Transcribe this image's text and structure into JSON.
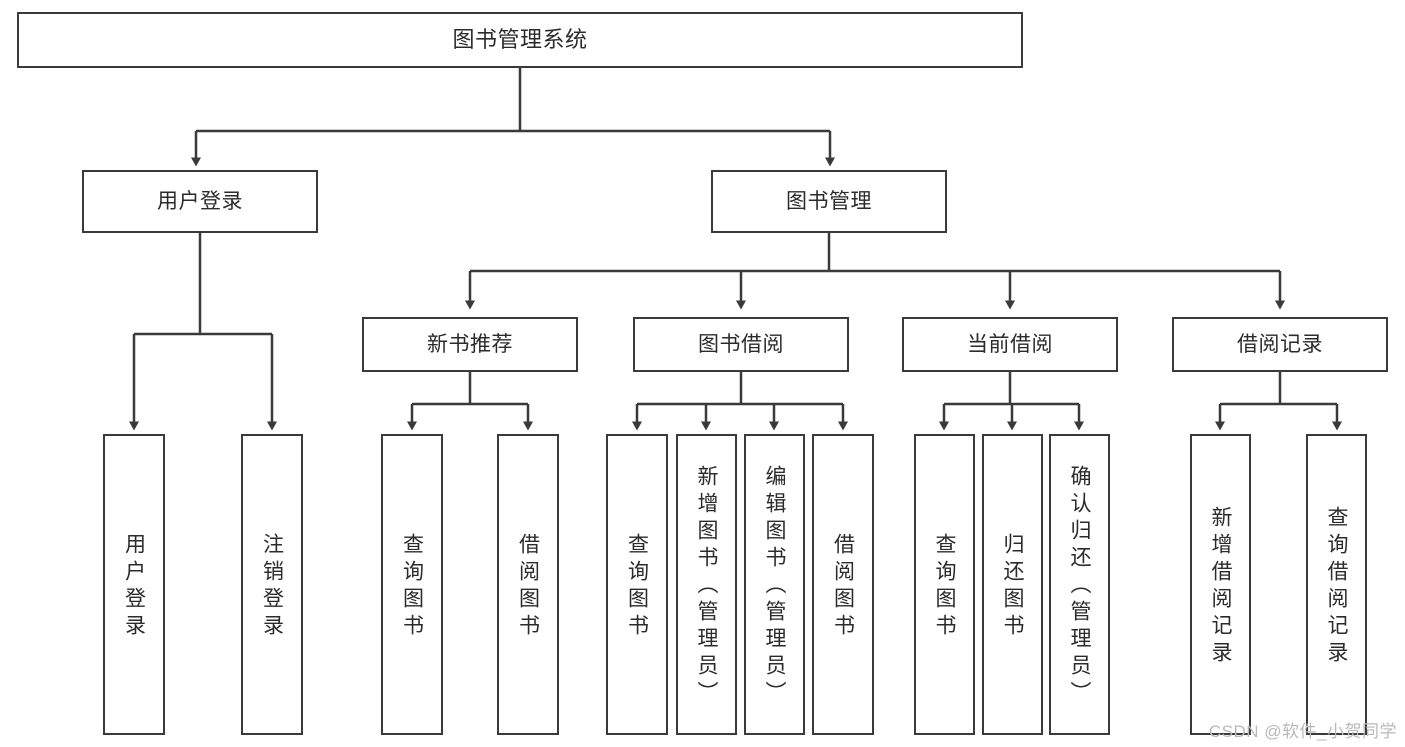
{
  "diagram": {
    "title": "图书管理系统",
    "type": "tree-hierarchy",
    "stroke_color": "#3a3a3a",
    "fill_color": "#ffffff",
    "text_color": "#2b2b2b"
  },
  "levels": {
    "root": {
      "label": "图书管理系统"
    },
    "level1": [
      {
        "label": "用户登录"
      },
      {
        "label": "图书管理"
      }
    ],
    "level2": [
      {
        "label": "新书推荐"
      },
      {
        "label": "图书借阅"
      },
      {
        "label": "当前借阅"
      },
      {
        "label": "借阅记录"
      }
    ],
    "leaves": {
      "user_login": [
        {
          "label": "用户登录"
        },
        {
          "label": "注销登录"
        }
      ],
      "new_book_recommend": [
        {
          "label": "查询图书"
        },
        {
          "label": "借阅图书"
        }
      ],
      "book_borrow": [
        {
          "label": "查询图书"
        },
        {
          "label": "新增图书（管理员）"
        },
        {
          "label": "编辑图书（管理员）"
        },
        {
          "label": "借阅图书"
        }
      ],
      "current_borrow": [
        {
          "label": "查询图书"
        },
        {
          "label": "归还图书"
        },
        {
          "label": "确认归还（管理员）"
        }
      ],
      "borrow_record": [
        {
          "label": "新增借阅记录"
        },
        {
          "label": "查询借阅记录"
        }
      ]
    }
  },
  "watermark": {
    "text": "CSDN @软件_小贺同学"
  }
}
